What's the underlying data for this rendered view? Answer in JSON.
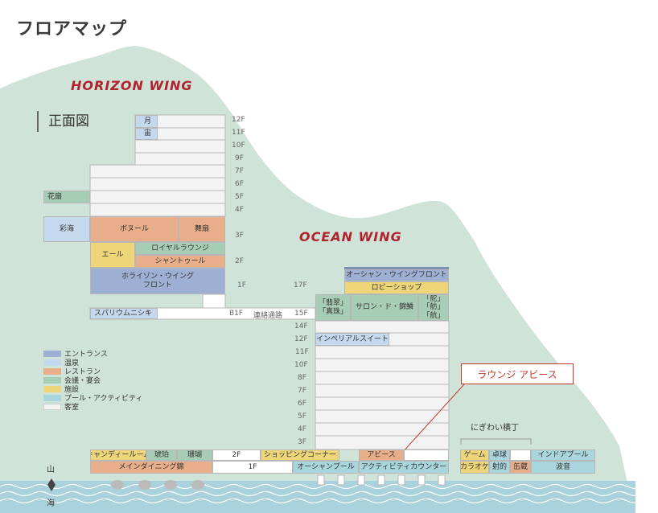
{
  "page_title": "フロアマップ",
  "horizon_wing": {
    "name": "HORIZON WING",
    "view_title": "正面図",
    "floors": [
      "12F",
      "11F",
      "10F",
      "9F",
      "7F",
      "6F",
      "5F",
      "4F",
      "3F",
      "2F",
      "1F",
      "B1F"
    ],
    "rooms": {
      "tsuki": "月",
      "sora": "宙",
      "kasen": "花扇",
      "saikai": "彩海",
      "bonnur": "ボヌール",
      "maiougi": "舞扇",
      "aile": "エール",
      "royal_lounge": "ロイヤルラウンジ",
      "chantoule": "シャントゥール",
      "front": "ホライゾン・ウイング\nフロント",
      "spa": "スパリウムニシキ"
    }
  },
  "connection_label": "連絡通路",
  "ocean_wing": {
    "name": "OCEAN WING",
    "floors": [
      "17F",
      "15F",
      "14F",
      "12F",
      "11F",
      "10F",
      "8F",
      "7F",
      "6F",
      "5F",
      "4F",
      "3F",
      "2F",
      "1F"
    ],
    "rooms": {
      "front": "オーシャン・ウイングフロント",
      "lobby_shop": "ロビーショップ",
      "hisui": "「翡翠」\n「真珠」",
      "salon": "サロン・ド・錦鱗",
      "kaji": "「舵」「舫」\n「航」",
      "imperial": "インペリアルスイート",
      "shopping": "ショッピングコーナー",
      "abyss": "アビース",
      "ocean_pool": "オーシャンプール",
      "activity": "アクティビティカウンター"
    }
  },
  "legend": [
    {
      "label": "エントランス",
      "color": "#9dafd3"
    },
    {
      "label": "温泉",
      "color": "#c4d9ed"
    },
    {
      "label": "レストラン",
      "color": "#e8ae8a"
    },
    {
      "label": "会議・宴会",
      "color": "#a7cdb6"
    },
    {
      "label": "施設",
      "color": "#efd579"
    },
    {
      "label": "プール・アクティビティ",
      "color": "#a9d6dd"
    },
    {
      "label": "客室",
      "color": "#f3f3f3"
    }
  ],
  "bottom": {
    "candy": "キャンディールーム",
    "kohaku": "琥珀",
    "sango": "珊瑚",
    "main_dining": "メインダイニング錦",
    "floor_2f": "2F",
    "floor_1f": "1F"
  },
  "yokocho": {
    "title": "にぎわい横丁",
    "game": "ゲーム",
    "pingpong": "卓球",
    "indoor_pool": "インドアプール",
    "karaoke": "カラオケ",
    "archery": "射的",
    "kanzume": "缶蔵",
    "namioto": "波音"
  },
  "callout": "ラウンジ アビース",
  "compass": {
    "top": "山",
    "bottom": "海"
  },
  "colors": {
    "accent_red": "#b0232c",
    "hill": "#cfe3d8",
    "sea": "#a9d2dd"
  }
}
